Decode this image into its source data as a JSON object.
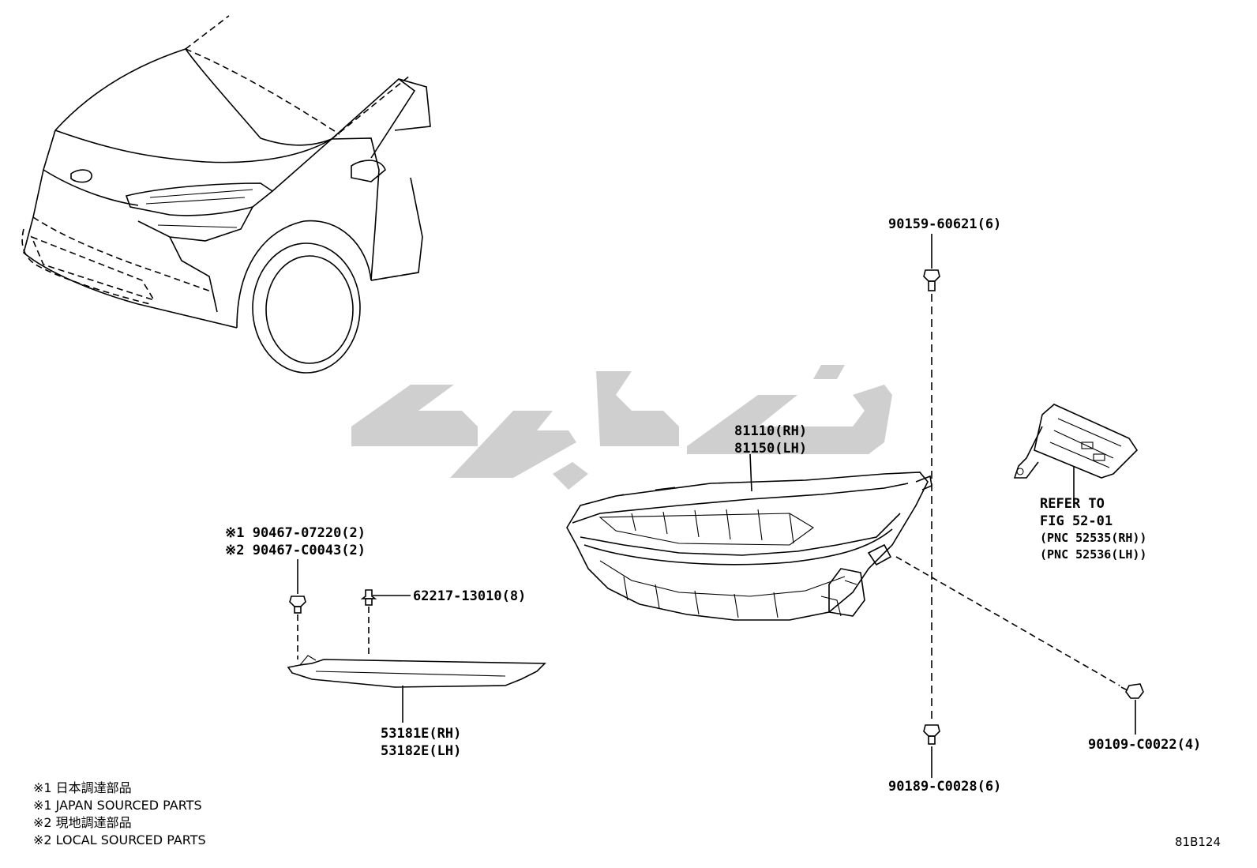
{
  "callouts": {
    "headlamp_rh": "81110(RH)",
    "headlamp_lh": "81150(LH)",
    "bolt_top": "90159-60621(6)",
    "bolt_bottom": "90189-C0028(6)",
    "screw_right": "90109-C0022(4)",
    "clip_1": "※1 90467-07220(2)",
    "clip_2": "※2 90467-C0043(2)",
    "pin": "62217-13010(8)",
    "cover_rh": "53181E(RH)",
    "cover_lh": "53182E(LH)"
  },
  "refer": {
    "line1": "REFER TO",
    "line2": "FIG 52-01",
    "line3": "(PNC 52535(RH))",
    "line4": "(PNC 52536(LH))"
  },
  "notes": [
    "※1 日本調達部品",
    "※1 JAPAN SOURCED PARTS",
    "※2 現地調達部品",
    "※2 LOCAL SOURCED PARTS"
  ],
  "figure_code": "81B124",
  "watermark": {
    "icon_name": "persian-wordmark-watermark",
    "color": "#cfcfcf"
  }
}
